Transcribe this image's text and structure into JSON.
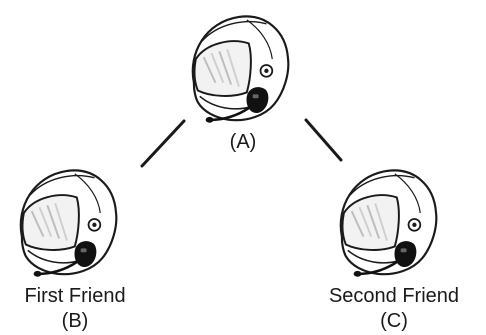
{
  "nodes": {
    "a": {
      "id_label": "(A)"
    },
    "b": {
      "name": "First Friend",
      "id_label": "(B)"
    },
    "c": {
      "name": "Second Friend",
      "id_label": "(C)"
    }
  },
  "icons": {
    "helmet": "helmet-with-headset-icon"
  },
  "colors": {
    "line": "#1a1a1a",
    "helmet_stroke": "#1a1a1a",
    "helmet_fill": "#ffffff",
    "visor_fill": "#f2f2f2",
    "headset_fill": "#111111"
  }
}
